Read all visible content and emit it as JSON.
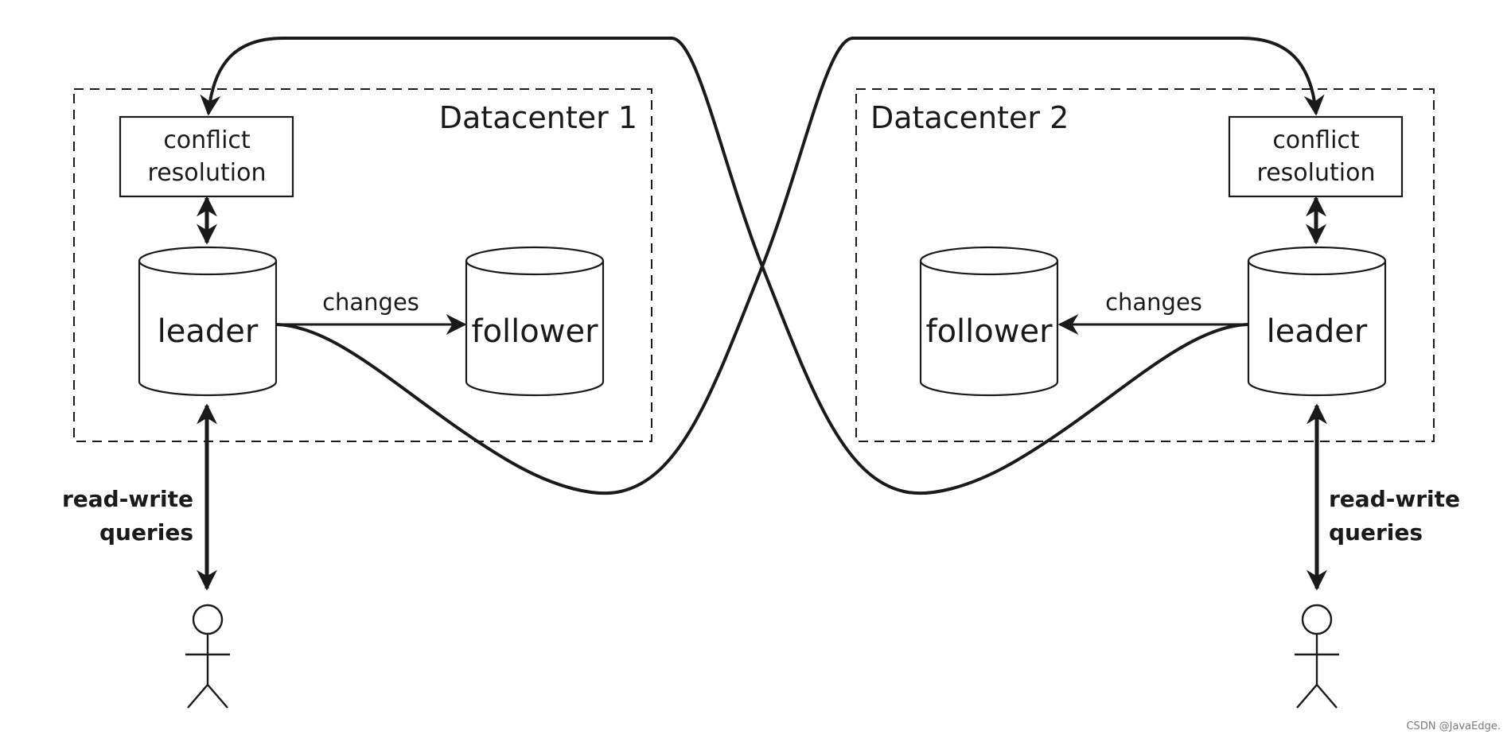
{
  "datacenters": [
    {
      "label": "Datacenter 1",
      "conflict_label_line1": "conflict",
      "conflict_label_line2": "resolution",
      "leader_label": "leader",
      "follower_label": "follower",
      "changes_label": "changes",
      "queries_line1": "read-write",
      "queries_line2": "queries"
    },
    {
      "label": "Datacenter 2",
      "conflict_label_line1": "conflict",
      "conflict_label_line2": "resolution",
      "leader_label": "leader",
      "follower_label": "follower",
      "changes_label": "changes",
      "queries_line1": "read-write",
      "queries_line2": "queries"
    }
  ],
  "watermark": "CSDN @JavaEdge.",
  "colors": {
    "ink": "#1a1a1a",
    "background": "#ffffff"
  }
}
